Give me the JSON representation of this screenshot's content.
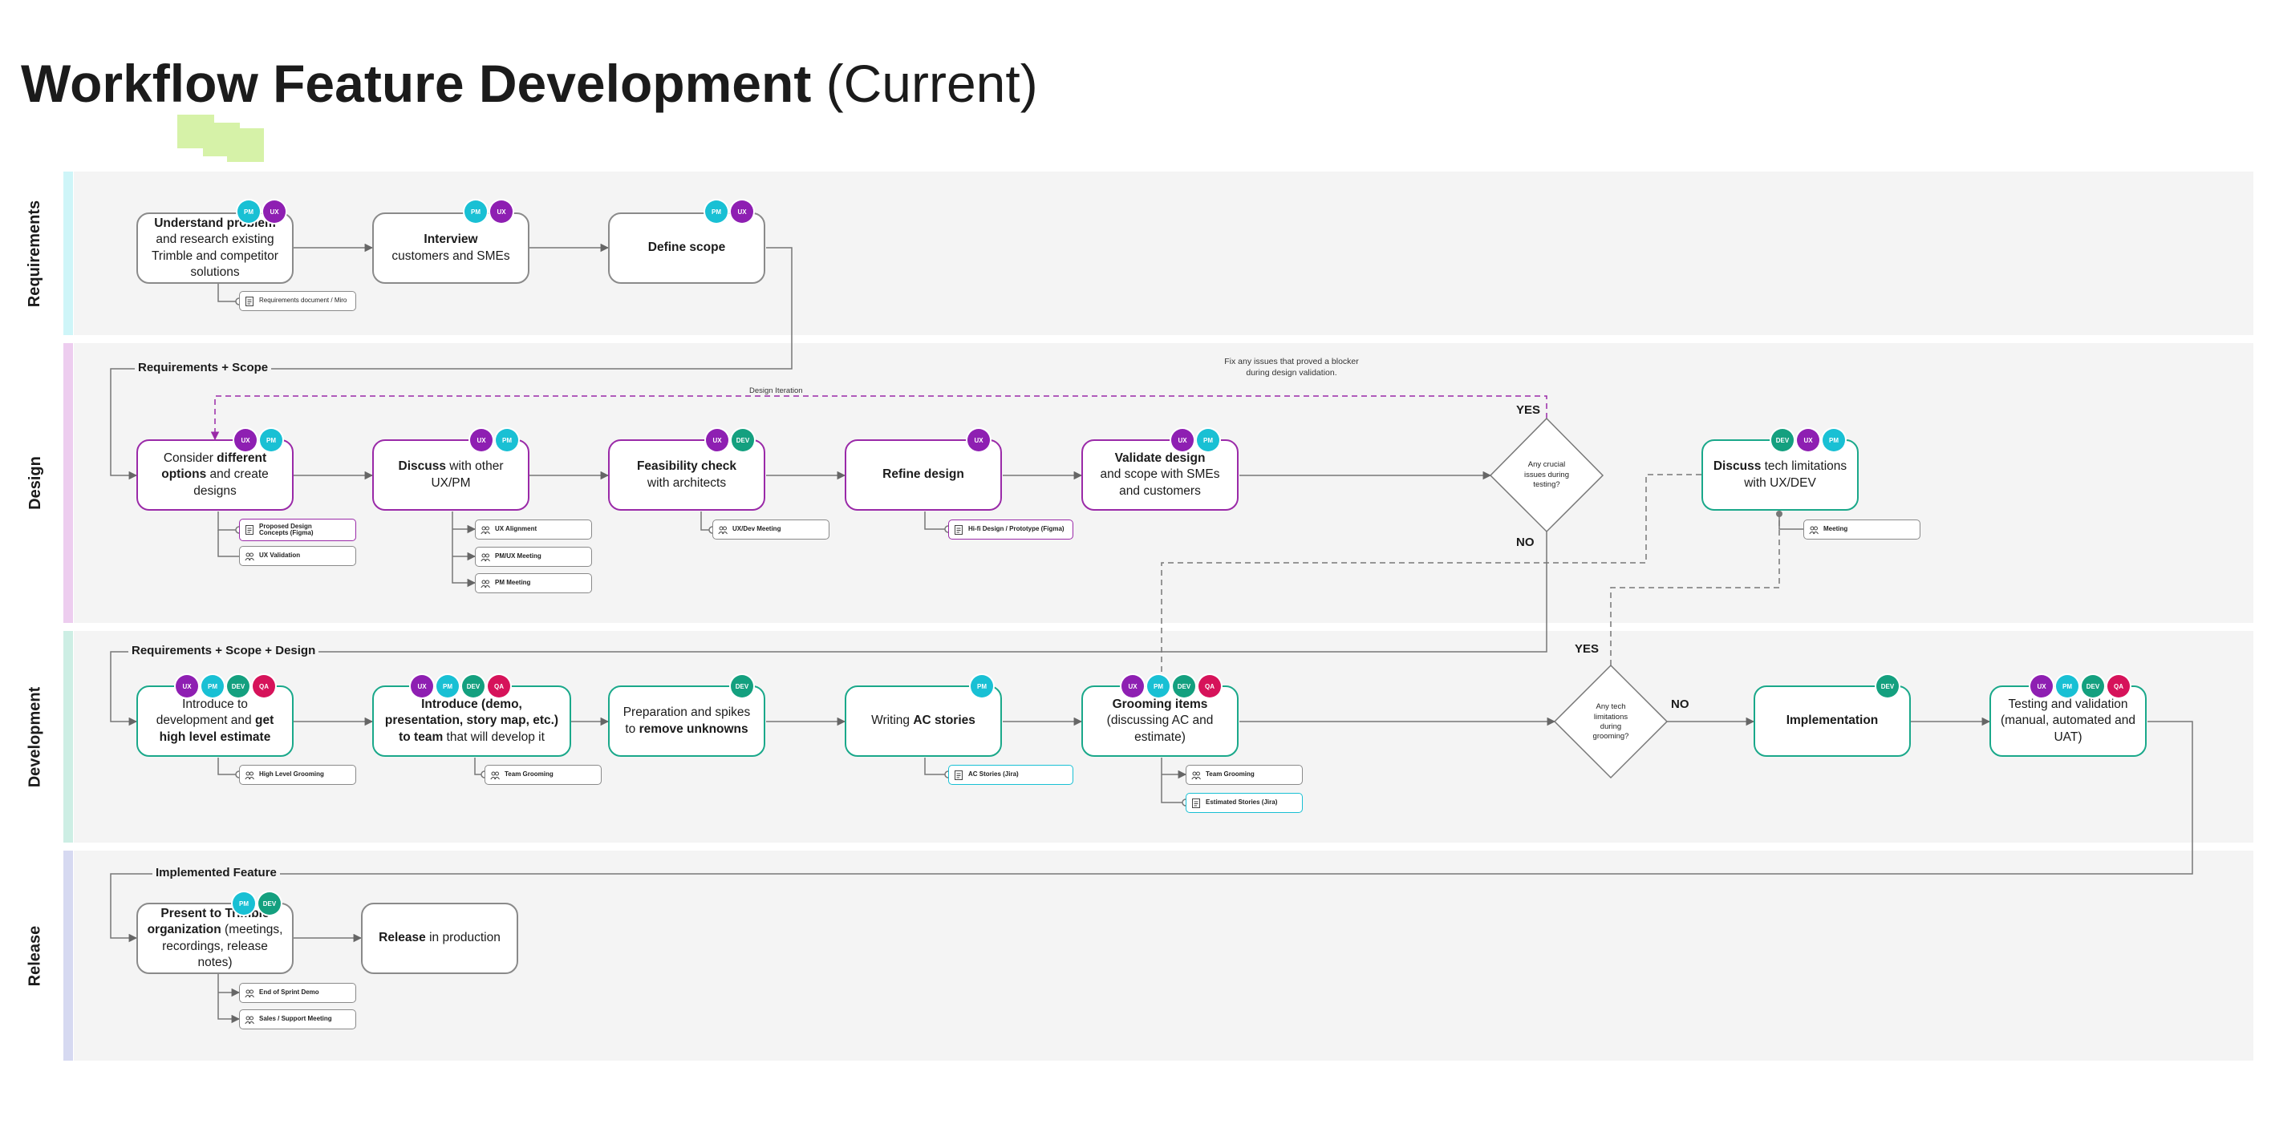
{
  "title": {
    "bold": "Workflow Feature Development",
    "normal": " (Current)"
  },
  "lanes": {
    "requirements": "Requirements",
    "design": "Design",
    "development": "Development",
    "release": "Release"
  },
  "colors": {
    "ux": "#8e1fb2",
    "pm": "#19c0d4",
    "dev": "#14a07f",
    "qa": "#d6135a",
    "lane_requirements": "#cef5f8",
    "lane_design": "#edcdef",
    "lane_development": "#cdeee4",
    "lane_release": "#d6d9f1"
  },
  "roles": {
    "ux": "UX",
    "pm": "PM",
    "dev": "DEV",
    "qa": "QA"
  },
  "steps": {
    "understand": {
      "b1": "Understand problem",
      "t1": "and research existing Trimble and competitor solutions"
    },
    "interview": {
      "b1": "Interview",
      "t1": "customers and SMEs"
    },
    "define_scope": {
      "b1": "Define scope"
    },
    "consider": {
      "t1": "Consider ",
      "b1": "different options",
      "t2": " and create designs"
    },
    "discuss_ux": {
      "b1": "Discuss",
      "t1": " with other UX/PM"
    },
    "feasibility": {
      "b1": "Feasibility check",
      "t1": "with architects"
    },
    "refine": {
      "b1": "Refine design"
    },
    "validate": {
      "b1": "Validate design",
      "t1": "and scope with SMEs and customers"
    },
    "discuss_tech": {
      "b1": "Discuss",
      "t1": " tech limitations with UX/DEV"
    },
    "introduce": {
      "t1": "Introduce to development and ",
      "b1": "get high level estimate"
    },
    "introduce_team": {
      "b1": "Introduce (demo, presentation, story map, etc.) to team",
      "t1": " that will develop it"
    },
    "preparation": {
      "t1": "Preparation and spikes to ",
      "b1": "remove unknowns"
    },
    "ac_stories": {
      "t1": "Writing ",
      "b1": "AC stories"
    },
    "grooming": {
      "b1": "Grooming items",
      "t1": "(discussing AC and estimate)"
    },
    "implementation": {
      "b1": "Implementation"
    },
    "testing": {
      "t1": "Testing and validation (manual, automated and UAT)"
    },
    "present": {
      "b1": "Present to Trimble organization",
      "t1": " (meetings, recordings, release notes)"
    },
    "release": {
      "b1": "Release",
      "t1": " in production"
    }
  },
  "artifacts": {
    "req_doc": "Requirements document / Miro",
    "proposed_design": "Proposed Design Concepts (Figma)",
    "ux_validation": "UX Validation",
    "ux_alignment": "UX Alignment",
    "pm_ux_meeting": "PM/UX Meeting",
    "pm_meeting": "PM Meeting",
    "ux_dev_meeting": "UX/Dev Meeting",
    "hifi": "Hi-fi Design / Prototype (Figma)",
    "meeting": "Meeting",
    "high_level_grooming": "High Level Grooming",
    "team_grooming_1": "Team Grooming",
    "ac_jira": "AC Stories (Jira)",
    "team_grooming_2": "Team Grooming",
    "estimated_jira": "Estimated Stories (Jira)",
    "end_sprint": "End of Sprint Demo",
    "sales_support": "Sales / Support Meeting"
  },
  "edge_labels": {
    "req_scope": "Requirements + Scope",
    "req_scope_design": "Requirements + Scope + Design",
    "implemented": "Implemented Feature",
    "design_iteration": "Design Iteration",
    "fix_note_1": "Fix any issues that proved a blocker",
    "fix_note_2": "during design validation."
  },
  "decisions": {
    "crucial": {
      "l1": "Any crucial",
      "l2": "issues during",
      "l3": "testing?"
    },
    "tech": {
      "l1": "Any tech",
      "l2": "limitations",
      "l3": "during",
      "l4": "grooming?"
    }
  },
  "yes": "YES",
  "no": "NO"
}
